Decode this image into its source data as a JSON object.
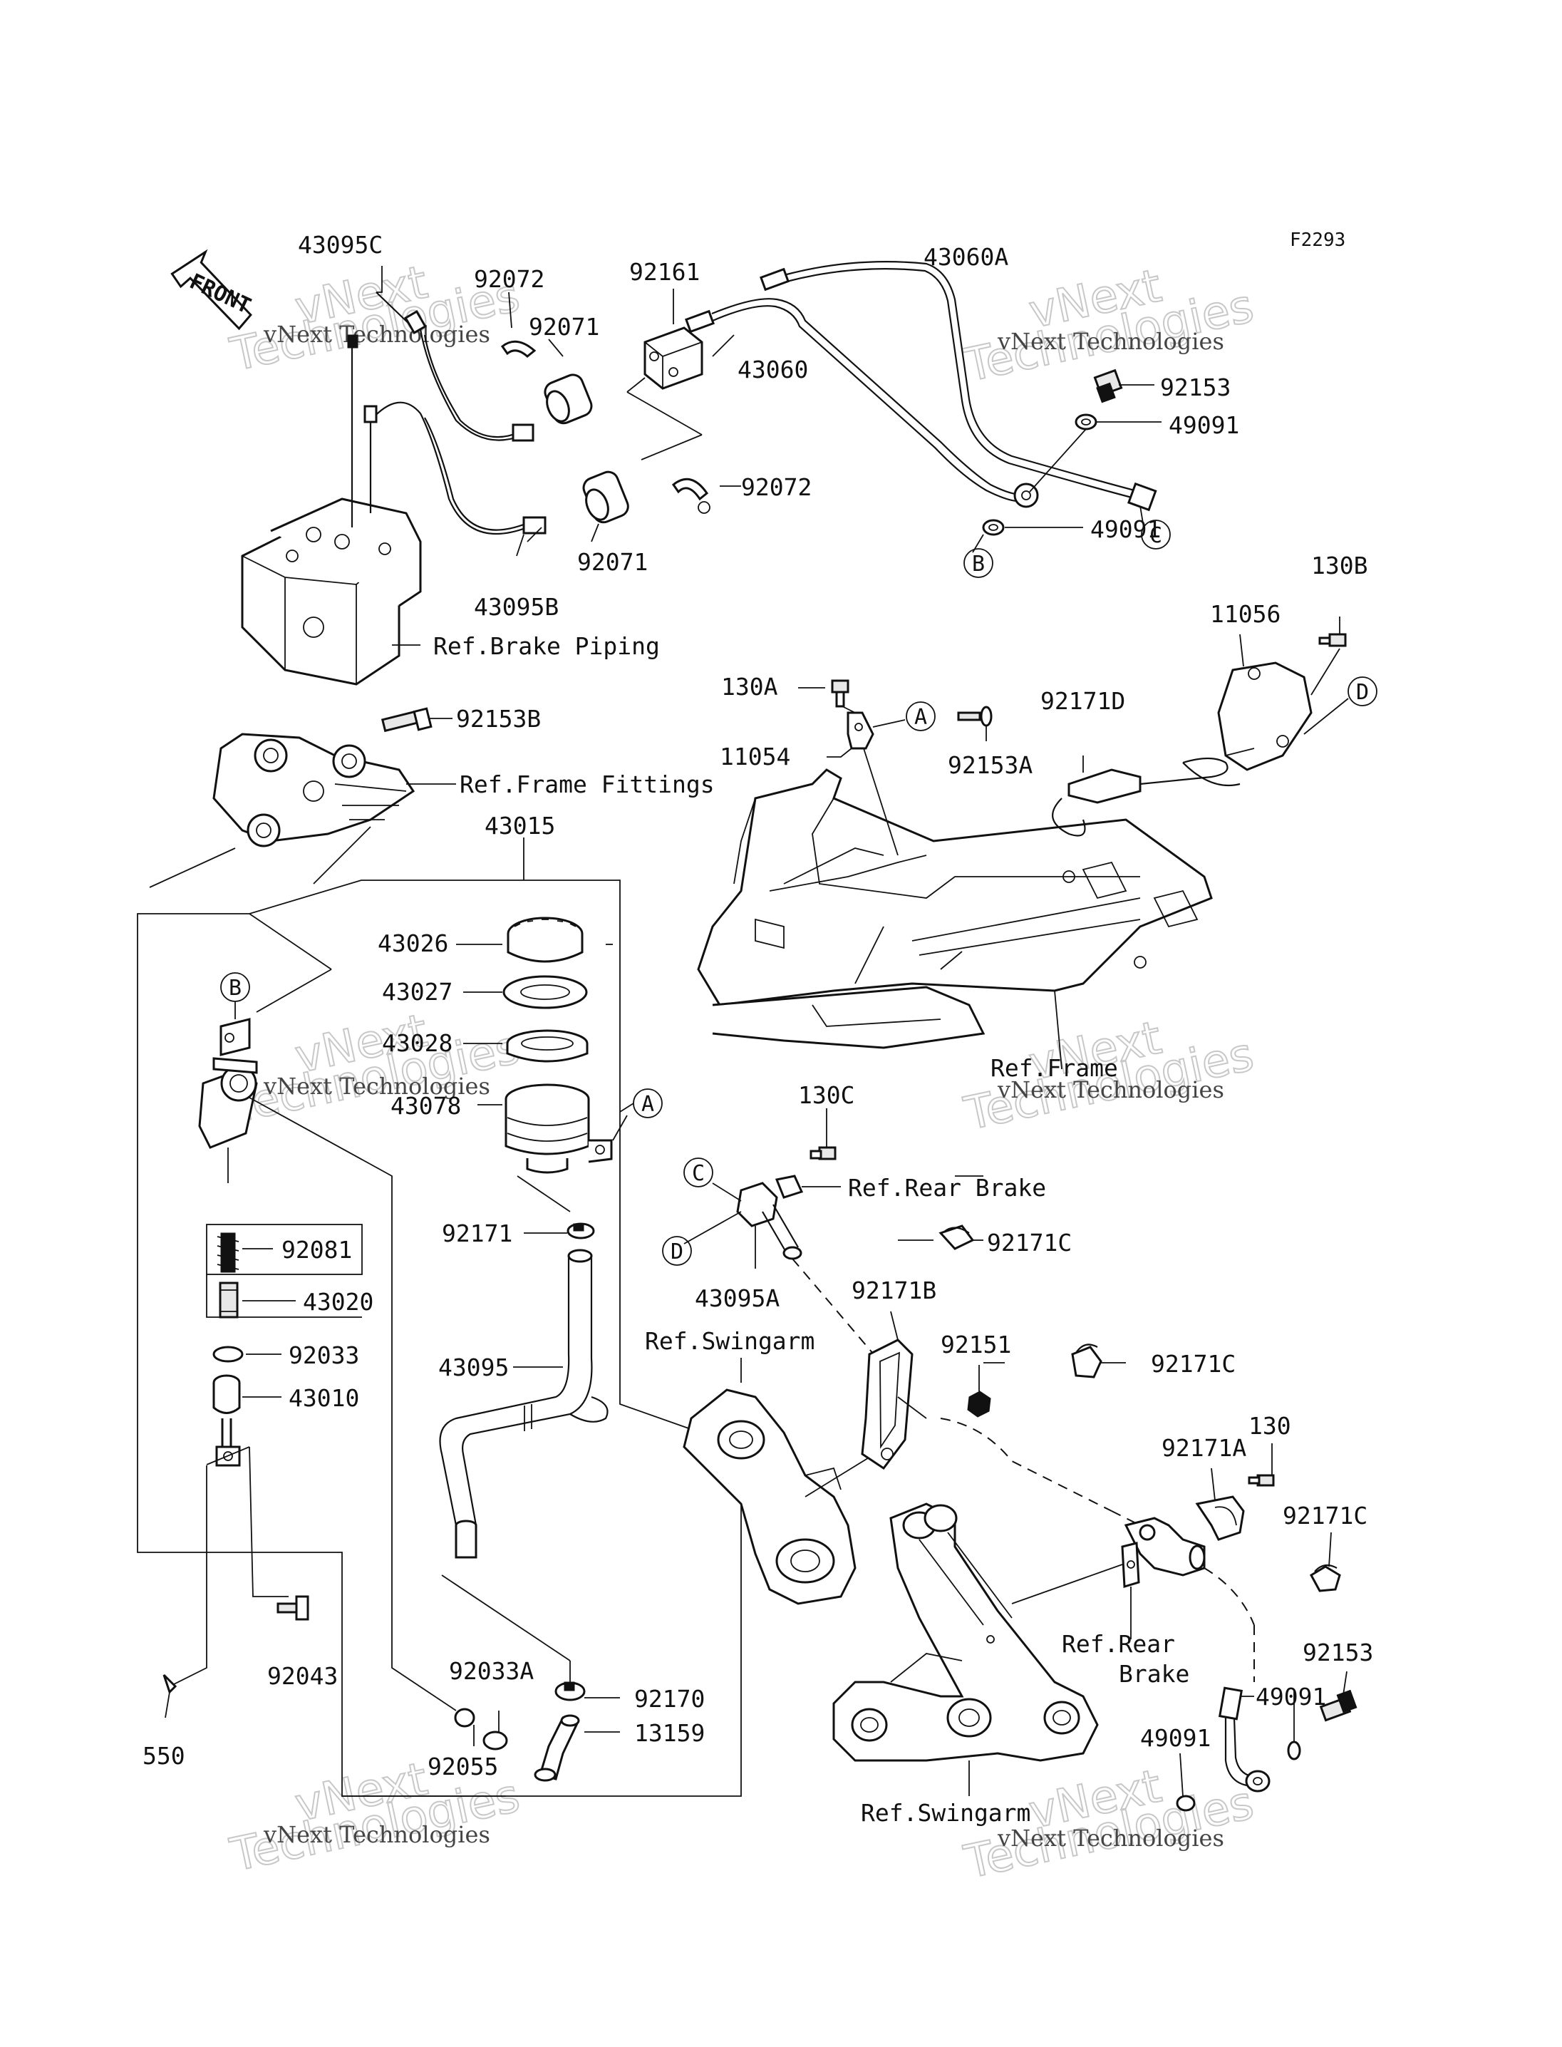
{
  "figure_code": "F2293",
  "front_label": "FRONT",
  "parts": {
    "p43095C": "43095C",
    "p92072a": "92072",
    "p92071a": "92071",
    "p92161": "92161",
    "p43060A": "43060A",
    "p43060": "43060",
    "p92153a": "92153",
    "p49091a": "49091",
    "p49091b": "49091",
    "p92072b": "92072",
    "p92071b": "92071",
    "p43095B": "43095B",
    "p130B": "130B",
    "p11056": "11056",
    "p130A": "130A",
    "p11054": "11054",
    "p92153A": "92153A",
    "p92171D": "92171D",
    "p92153B": "92153B",
    "p43015": "43015",
    "p43026": "43026",
    "p43027": "43027",
    "p43028": "43028",
    "p43078": "43078",
    "p92171": "92171",
    "p130C": "130C",
    "p43095A": "43095A",
    "p92171C_a": "92171C",
    "p92081": "92081",
    "p43020": "43020",
    "p92033": "92033",
    "p43010": "43010",
    "p43095": "43095",
    "p92171B": "92171B",
    "p92151": "92151",
    "p92171C_b": "92171C",
    "p130": "130",
    "p92171A": "92171A",
    "p92171C_c": "92171C",
    "p92153b": "92153",
    "p49091c": "49091",
    "p49091d": "49091",
    "p92043": "92043",
    "p550": "550",
    "p92033A": "92033A",
    "p92170": "92170",
    "p13159": "13159",
    "p92055": "92055"
  },
  "refs": {
    "brake_piping": "Ref.Brake Piping",
    "frame_fittings": "Ref.Frame Fittings",
    "frame": "Ref.Frame",
    "rear_brake_a": "Ref.Rear Brake",
    "swingarm_a": "Ref.Swingarm",
    "rear_brake_b1": "Ref.Rear",
    "rear_brake_b2": "Brake",
    "swingarm_b": "Ref.Swingarm"
  },
  "callouts": {
    "A1": "A",
    "A2": "A",
    "B1": "B",
    "B2": "B",
    "C1": "C",
    "C2": "C",
    "D1": "D",
    "D2": "D"
  },
  "watermark": {
    "line1": "vNext Technologies",
    "line2": "vNext",
    "line3": "Technologies"
  }
}
